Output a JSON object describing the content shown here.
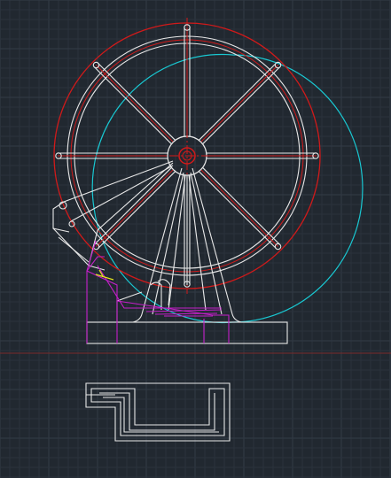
{
  "canvas": {
    "background": "#212830",
    "grid_minor": "#2a323c",
    "grid_major": "#323b46"
  },
  "colors": {
    "white": "#e8e8e8",
    "red": "#d11a1a",
    "cyan": "#19c8d2",
    "magenta": "#c41fc8",
    "yellow": "#e6e61e",
    "axis": "#7a2a2a"
  },
  "drawing": {
    "wheel": {
      "spokes": 8
    },
    "layers": [
      "wheel-rim",
      "spokes",
      "support-frame",
      "base",
      "cutting-arc",
      "plan-view-profile"
    ]
  }
}
